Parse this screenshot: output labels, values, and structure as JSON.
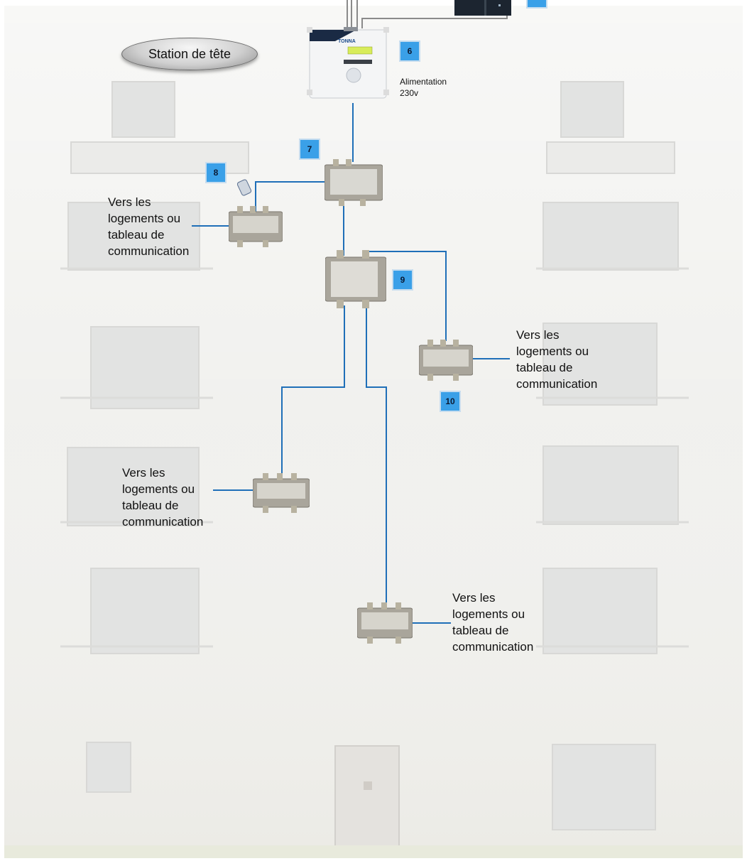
{
  "station": {
    "label": "Station de tête"
  },
  "power": {
    "label": "Alimentation\n230v"
  },
  "badges": {
    "b6": "6",
    "b7": "7",
    "b8": "8",
    "b9": "9",
    "b10": "10"
  },
  "labels": {
    "l1": "Vers les\nlogements ou\ntableau de\ncommunication",
    "l2": "Vers les\nlogements ou\ntableau de\ncommunication",
    "l3": "Vers les\nlogements ou\ntableau de\ncommunication",
    "l4": "Vers les\nlogements ou\ntableau de\ncommunication"
  },
  "colors": {
    "cable": "#1f6fb8",
    "badge": "#3aa0e8",
    "wall": "#efefec"
  }
}
